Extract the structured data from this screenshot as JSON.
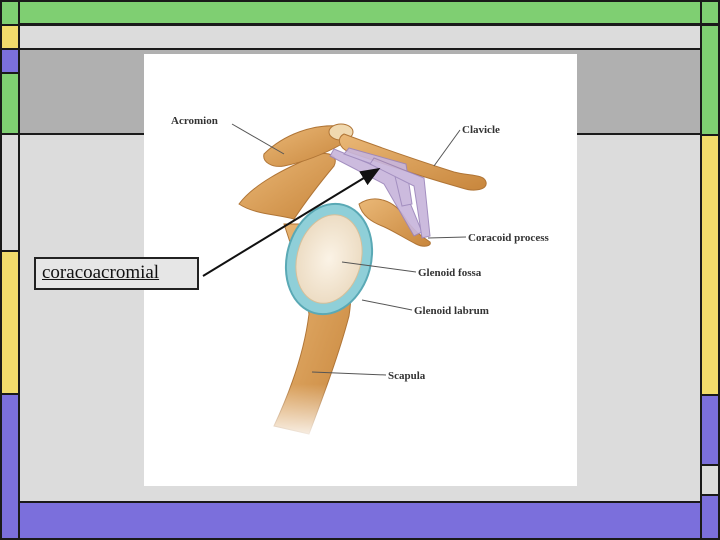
{
  "colors": {
    "green": "#7fcf72",
    "yellow": "#f2dc6b",
    "purple": "#7b6fdc",
    "light_gray": "#dcdcdc",
    "dark_gray": "#b0b0b0",
    "bone": "#d39a4e",
    "labrum": "#8fcfd8",
    "ligament": "#c8b6dc"
  },
  "figure": {
    "labels": {
      "acromion": "Acromion",
      "clavicle": "Clavicle",
      "coracoid_process": "Coracoid process",
      "glenoid_fossa": "Glenoid fossa",
      "glenoid_labrum": "Glenoid labrum",
      "scapula": "Scapula"
    }
  },
  "answer": {
    "text": "coracoacromial"
  }
}
